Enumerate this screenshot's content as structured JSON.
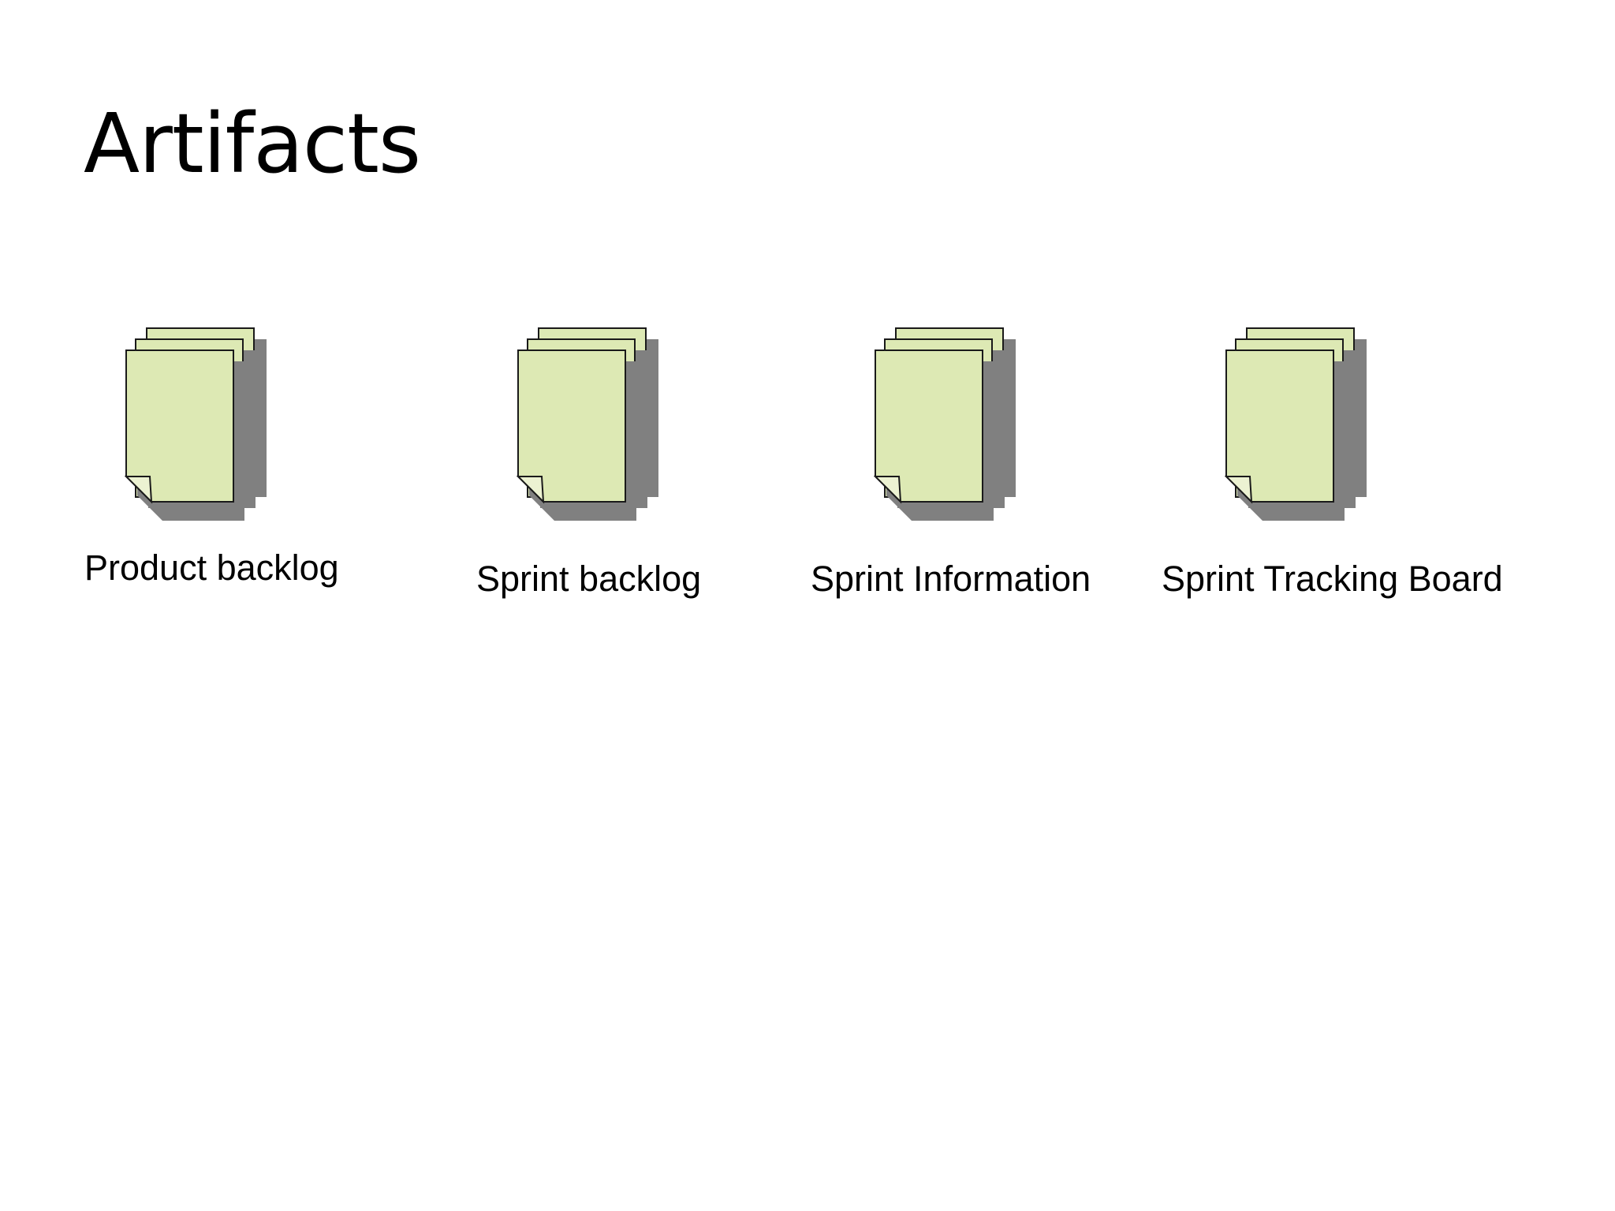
{
  "slide": {
    "title": "Artifacts"
  },
  "artifacts": [
    {
      "label": "Product backlog",
      "icon": "document-stack-icon"
    },
    {
      "label": "Sprint backlog",
      "icon": "document-stack-icon"
    },
    {
      "label": "Sprint Information",
      "icon": "document-stack-icon"
    },
    {
      "label": "Sprint Tracking Board",
      "icon": "document-stack-icon"
    }
  ],
  "colors": {
    "page_fill": "#dde9b4",
    "page_stroke": "#1a1a1a",
    "shadow": "#808080",
    "background": "#ffffff"
  }
}
